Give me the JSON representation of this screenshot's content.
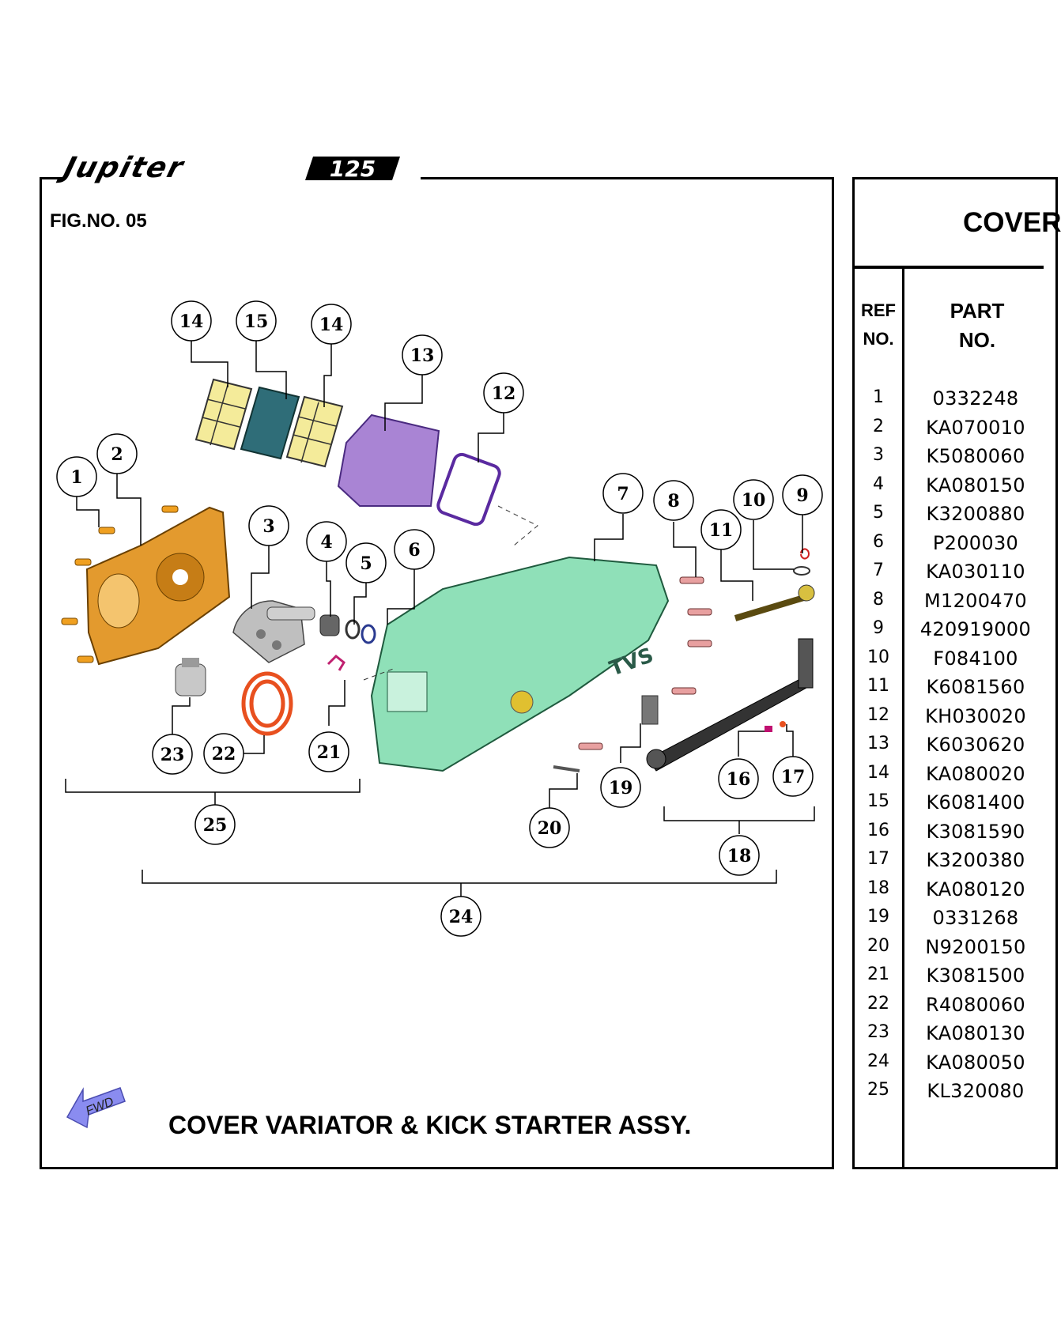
{
  "brand": {
    "logo_text": "Jupiter 125"
  },
  "figure": {
    "number_label": "FIG.NO. 05",
    "caption": "COVER VARIATOR & KICK STARTER ASSY.",
    "fwd_label": "FWD"
  },
  "table": {
    "title": "COVER",
    "col_ref": [
      "REF",
      "NO."
    ],
    "col_part": [
      "PART",
      "NO."
    ],
    "rows": [
      {
        "ref": "1",
        "part": "0332248"
      },
      {
        "ref": "2",
        "part": "KA070010"
      },
      {
        "ref": "3",
        "part": "K5080060"
      },
      {
        "ref": "4",
        "part": "KA080150"
      },
      {
        "ref": "5",
        "part": "K3200880"
      },
      {
        "ref": "6",
        "part": "P200030"
      },
      {
        "ref": "7",
        "part": "KA030110"
      },
      {
        "ref": "8",
        "part": "M1200470"
      },
      {
        "ref": "9",
        "part": "420919000"
      },
      {
        "ref": "10",
        "part": "F084100"
      },
      {
        "ref": "11",
        "part": "K6081560"
      },
      {
        "ref": "12",
        "part": "KH030020"
      },
      {
        "ref": "13",
        "part": "K6030620"
      },
      {
        "ref": "14",
        "part": "KA080020"
      },
      {
        "ref": "15",
        "part": "K6081400"
      },
      {
        "ref": "16",
        "part": "K3081590"
      },
      {
        "ref": "17",
        "part": "K3200380"
      },
      {
        "ref": "18",
        "part": "KA080120"
      },
      {
        "ref": "19",
        "part": "0331268"
      },
      {
        "ref": "20",
        "part": "N9200150"
      },
      {
        "ref": "21",
        "part": "K3081500"
      },
      {
        "ref": "22",
        "part": "R4080060"
      },
      {
        "ref": "23",
        "part": "KA080130"
      },
      {
        "ref": "24",
        "part": "KA080050"
      },
      {
        "ref": "25",
        "part": "KL320080"
      }
    ]
  },
  "callouts": [
    "1",
    "2",
    "3",
    "4",
    "5",
    "6",
    "7",
    "8",
    "9",
    "10",
    "11",
    "12",
    "13",
    "14",
    "15",
    "14",
    "16",
    "17",
    "18",
    "19",
    "20",
    "21",
    "22",
    "23",
    "24",
    "25"
  ],
  "colors": {
    "cover_outer": "#8fe0b8",
    "cover_inner": "#e39a2e",
    "air_box": "#a984d4",
    "filter_dark": "#2f6d78",
    "spring": "#e8501f",
    "fwd_arrow": "#8a8cf0"
  }
}
